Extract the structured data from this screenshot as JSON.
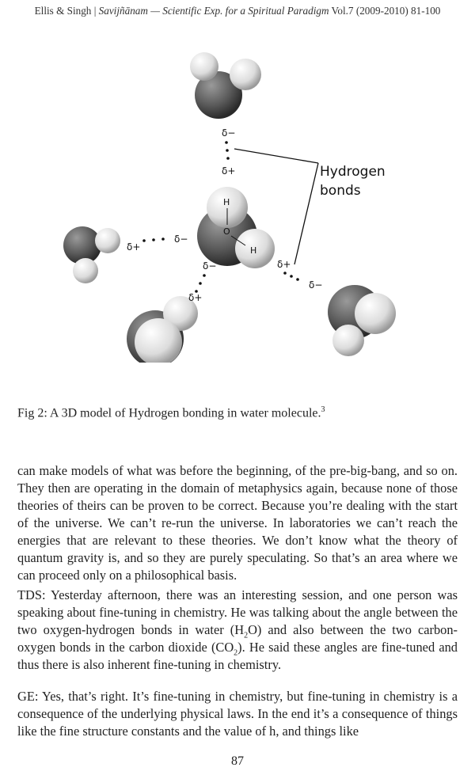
{
  "header": {
    "authors": "Ellis & Singh",
    "separator": "|",
    "journal": "Savijñānam — Scientific Exp. for a Spiritual Paradigm",
    "volume": "Vol.7 (2009-2010) 81-100"
  },
  "figure": {
    "label_line1": "Hydrogen",
    "label_line2": "bonds",
    "delta_minus": "δ−",
    "delta_plus": "δ+",
    "atom_h": "H",
    "atom_o": "O",
    "colors": {
      "oxygen": "#5a5a5a",
      "hydrogen": "#e6e6e6",
      "line": "#111111"
    }
  },
  "caption": {
    "text": "Fig 2: A 3D model of Hydrogen bonding in water molecule.",
    "ref": "3"
  },
  "body": {
    "p1": "can make models of what was before the beginning, of the pre-big-bang, and so on. They then are operating in the domain of metaphysics again, because none of those theories of theirs can be proven to be correct. Because you’re dealing with the start of the universe. We can’t re-run the universe. In laboratories we can’t reach the energies that are relevant to these theories. We don’t know what the theory of quantum gravity is, and so they are purely speculating. So that’s an area where we can proceed only on a philosophical basis.",
    "p2_a": "TDS: Yesterday afternoon, there was an interesting session, and one person was speaking about fine-tuning in chemistry. He was talking about the angle between the two oxygen-hydrogen bonds in water (H",
    "p2_sub1": "2",
    "p2_b": "O) and also between the two carbon-oxygen bonds in the carbon dioxide (CO",
    "p2_sub2": "2",
    "p2_c": "). He said these angles are fine-tuned and thus there is also inherent fine-tuning in chemistry.",
    "p3": "GE: Yes, that’s right. It’s fine-tuning in chemistry, but fine-tuning in chemistry is a consequence of the underlying physical laws. In the end it’s a consequence of things like the fine structure constants and the value of h, and things like"
  },
  "page_number": "87"
}
